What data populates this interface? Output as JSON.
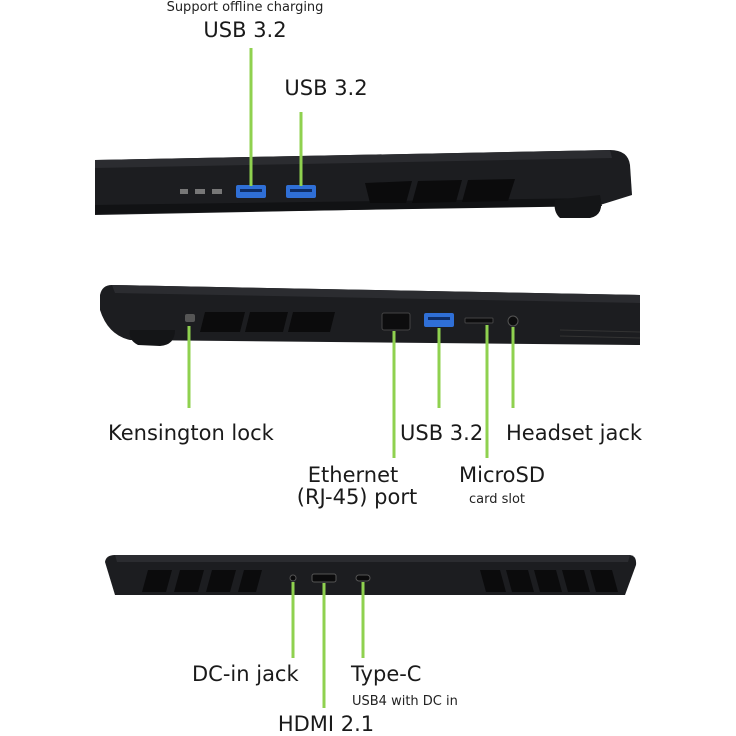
{
  "labels": {
    "support_offline_charging": "Support offline charging",
    "usb32_left_top": "USB 3.2",
    "usb32_right_top": "USB 3.2",
    "kensington_lock": "Kensington lock",
    "usb32_middle": "USB 3.2",
    "headset_jack": "Headset jack",
    "ethernet_line1": "Ethernet",
    "ethernet_line2": "(RJ-45) port",
    "microsd": "MicroSD",
    "card_slot": "card slot",
    "dc_in_jack": "DC-in jack",
    "type_c": "Type-C",
    "usb4_dc_in": "USB4 with DC in",
    "hdmi": "HDMI 2.1"
  },
  "colors": {
    "leader_line": "#8fd14f",
    "laptop_body": "#1c1d20",
    "laptop_edge": "#2b2c30",
    "port_blue": "#2f6fd6",
    "vent": "#0b0b0c"
  }
}
